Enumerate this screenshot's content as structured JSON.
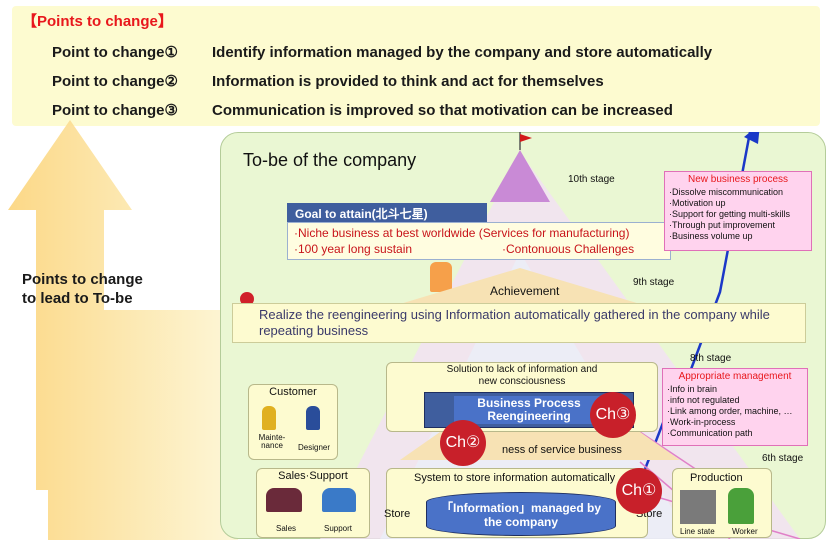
{
  "points": {
    "title": "【Points to change】",
    "items": [
      {
        "num": "Point to change①",
        "text": "Identify information managed by the company and store automatically"
      },
      {
        "num": "Point to change②",
        "text": "Information is provided to think and act for themselves"
      },
      {
        "num": "Point to change③",
        "text": "Communication is improved so that motivation can be increased"
      }
    ]
  },
  "left_label": {
    "line1": "Points to change",
    "line2": "to lead to To-be"
  },
  "diagram": {
    "title": "To-be of the company",
    "stages": {
      "s10": "10th stage",
      "s9": "9th stage",
      "s8": "8th stage",
      "s6": "6th stage"
    },
    "goal": {
      "title": "Goal to attain(北斗七星)",
      "line1": "·Niche business at best worldwide (Services for manufacturing)",
      "line2a": "·100 year long sustain",
      "line2b": "·Contonuous Challenges"
    },
    "achievement": "Achievement",
    "realize": "Realize the reengineering using Information automatically gathered in the company while repeating business",
    "solution": {
      "line1": "Solution to lack of information and",
      "line2": "new consciousness"
    },
    "bpr": {
      "line1": "Business Process",
      "line2": "Reengineering"
    },
    "service_partial": "S",
    "service_rest": "ness of service business",
    "store_system": "System to store information automatically",
    "info_managed": {
      "line1": "「Information」managed by",
      "line2": "the company"
    },
    "store_left": "Store",
    "store_right": "Store",
    "ch1": "Ch①",
    "ch2": "Ch②",
    "ch3": "Ch③",
    "customer": {
      "title": "Customer",
      "maint1": "Mainte-",
      "maint2": "nance",
      "designer": "Designer"
    },
    "sales_support": {
      "title": "Sales·Support",
      "sales": "Sales",
      "support": "Support"
    },
    "production": {
      "title": "Production",
      "line_state": "Line state",
      "worker": "Worker"
    },
    "new_process": {
      "title": "New business process",
      "items": [
        "·Dissolve miscommunication",
        "·Motivation up",
        "·Support for getting multi-skills",
        "·Through put improvement",
        "·Business volume up"
      ]
    },
    "appropriate": {
      "title": "Appropriate management",
      "items": [
        "·Info in brain",
        "·info not regulated",
        "·Link among order, machine, …",
        "·Work-in-process",
        "·Communication path"
      ]
    }
  }
}
